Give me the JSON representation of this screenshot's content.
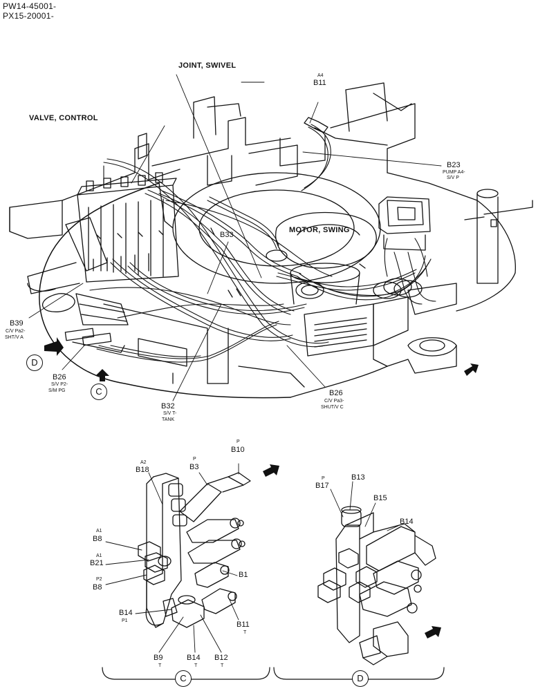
{
  "header": {
    "serial_1": "PW14-45001-",
    "serial_2": "PX15-20001-"
  },
  "components": {
    "joint_swivel": "JOINT, SWIVEL",
    "valve_control": "VALVE, CONTROL",
    "motor_swing": "MOTOR, SWING"
  },
  "callouts": {
    "b11_top": {
      "sup": "A4",
      "code": "B11"
    },
    "b23": {
      "code": "B23",
      "desc_1": "PUMP A4-",
      "desc_2": "S/V P"
    },
    "b33": {
      "code": "B33"
    },
    "b39": {
      "code": "B39",
      "desc_1": "C/V Pa2-",
      "desc_2": "SHT/V A"
    },
    "b26_left": {
      "code": "B26",
      "desc_1": "S/V P2-",
      "desc_2": "S/M PG"
    },
    "b32": {
      "code": "B32",
      "desc_1": "S/V T-",
      "desc_2": "TANK"
    },
    "b26_right": {
      "code": "B26",
      "desc_1": "C/V Pa3-",
      "desc_2": "SHUT/V C"
    }
  },
  "view_c": {
    "b10": {
      "sup": "P",
      "code": "B10"
    },
    "b3": {
      "sup": "P",
      "code": "B3"
    },
    "b18": {
      "sup": "A2",
      "code": "B18"
    },
    "b8a": {
      "sup": "A1",
      "code": "B8"
    },
    "b21": {
      "sup": "A1",
      "code": "B21"
    },
    "b8b": {
      "sup": "P2",
      "code": "B8"
    },
    "b1": {
      "code": "B1"
    },
    "b14_left": {
      "code": "B14",
      "sub": "P1"
    },
    "b11": {
      "code": "B11",
      "sub": "T"
    },
    "b9": {
      "code": "B9",
      "sub": "T"
    },
    "b14_bottom": {
      "code": "B14",
      "sub": "T"
    },
    "b12": {
      "code": "B12",
      "sub": "T"
    }
  },
  "view_d": {
    "b13": {
      "code": "B13"
    },
    "b17": {
      "sup": "P",
      "code": "B17"
    },
    "b15": {
      "code": "B15"
    },
    "b14": {
      "code": "B14"
    }
  },
  "view_markers": {
    "d": "D",
    "c": "C",
    "bottom_c": "C",
    "bottom_d": "D"
  }
}
